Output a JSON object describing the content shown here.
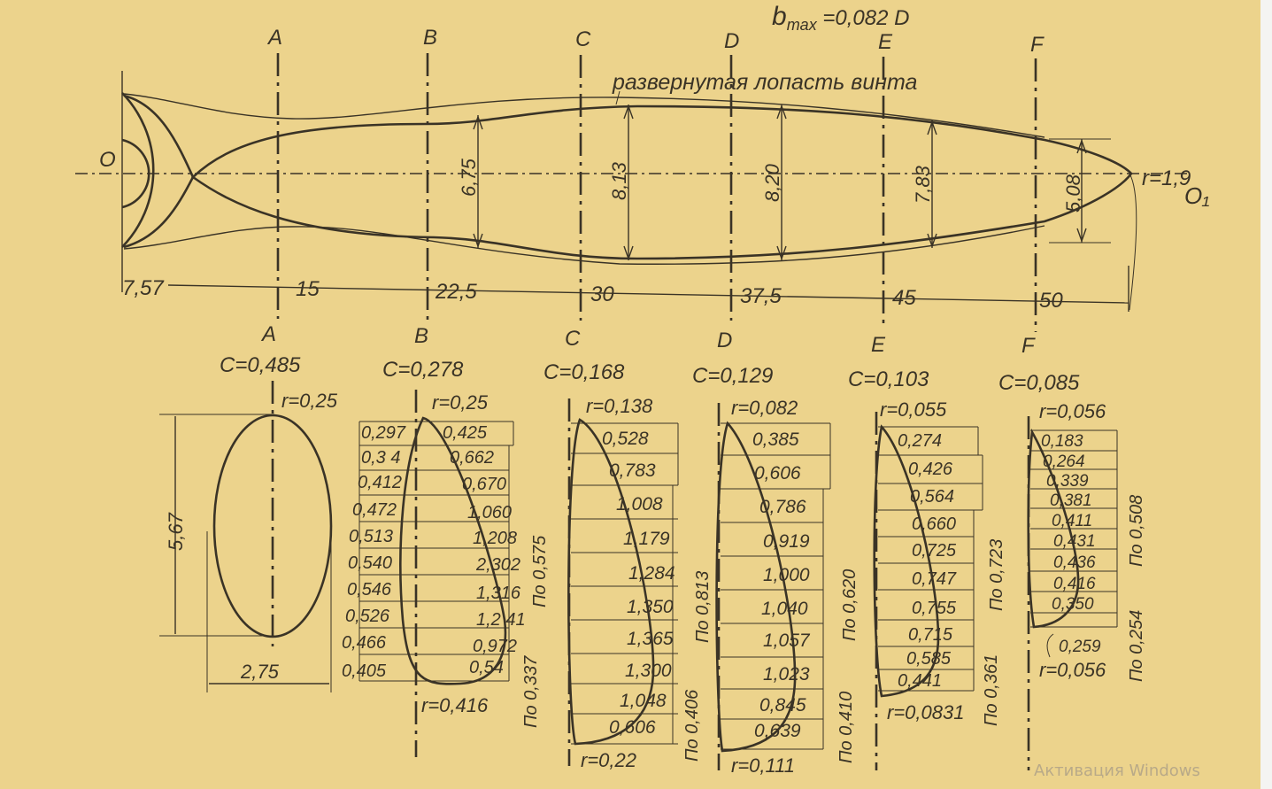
{
  "header": {
    "bmax": "b",
    "bmax_sub": "max",
    "bmax_value": " =0,082 D"
  },
  "blade_label": "развернутая лопасть винта",
  "hub_label": "O",
  "tip_label": "O₁",
  "tip_radius": "r=1,9",
  "section_letters": [
    "A",
    "B",
    "C",
    "D",
    "E",
    "F"
  ],
  "chord_widths": [
    "6,75",
    "8,13",
    "8,20",
    "7,83",
    "5,08"
  ],
  "stations": [
    "7,57",
    "15",
    "22,5",
    "30",
    "37,5",
    "45",
    "50"
  ],
  "sections": [
    {
      "letter": "A",
      "c": "C=0,485",
      "r_top": "r=0,25",
      "height": "5,67",
      "width": "2,75"
    },
    {
      "letter": "B",
      "c": "C=0,278",
      "r_top": "r=0,25",
      "r_bottom": "r=0,416",
      "left": [
        "0,297",
        "0,3 4",
        "0,412",
        "0,472",
        "0,513",
        "0,540",
        "0,546",
        "0,526",
        "0,466",
        "0,405"
      ],
      "right": [
        "0,425",
        "0,662",
        "0,670",
        "1,060",
        "1,208",
        "2,302",
        "1,316",
        "1,2 41",
        "0,972",
        "0,54"
      ],
      "po_upper": "По 0,575",
      "po_lower": "По 0,337"
    },
    {
      "letter": "C",
      "c": "C=0,168",
      "r_top": "r=0,138",
      "r_bottom": "r=0,22",
      "values": [
        "0,528",
        "0,783",
        "1,008",
        "1,179",
        "1,284",
        "1,350",
        "1,365",
        "1,300",
        "1,048",
        "0,606"
      ],
      "po_upper": "По 0,813",
      "po_lower": "По 0,406"
    },
    {
      "letter": "D",
      "c": "C=0,129",
      "r_top": "r=0,082",
      "r_bottom": "r=0,111",
      "values": [
        "0,385",
        "0,606",
        "0,786",
        "0,919",
        "1,000",
        "1,040",
        "1,057",
        "1,023",
        "0,845",
        "0,639"
      ],
      "po_upper": "По 0,620",
      "po_lower": "По 0,410"
    },
    {
      "letter": "E",
      "c": "C=0,103",
      "r_top": "r=0,055",
      "r_bottom": "r=0,0831",
      "values": [
        "0,274",
        "0,426",
        "0,564",
        "0,660",
        "0,725",
        "0,747",
        "0,755",
        "0,715",
        "0,585",
        "0,441"
      ],
      "po_upper": "По 0,723",
      "po_lower": "По 0,361"
    },
    {
      "letter": "F",
      "c": "C=0,085",
      "r_top": "r=0,056",
      "r_bottom": "r=0,056",
      "values": [
        "0,183",
        "0,264",
        "0,339",
        "0,381",
        "0,411",
        "0,431",
        "0,436",
        "0,416",
        "0,350",
        "0,259"
      ],
      "po_upper": "По 0,508",
      "po_lower": "По 0,254"
    }
  ],
  "watermark": "Активация Windows",
  "colors": {
    "paper": "#ecd38c",
    "ink": "#3a3326"
  }
}
